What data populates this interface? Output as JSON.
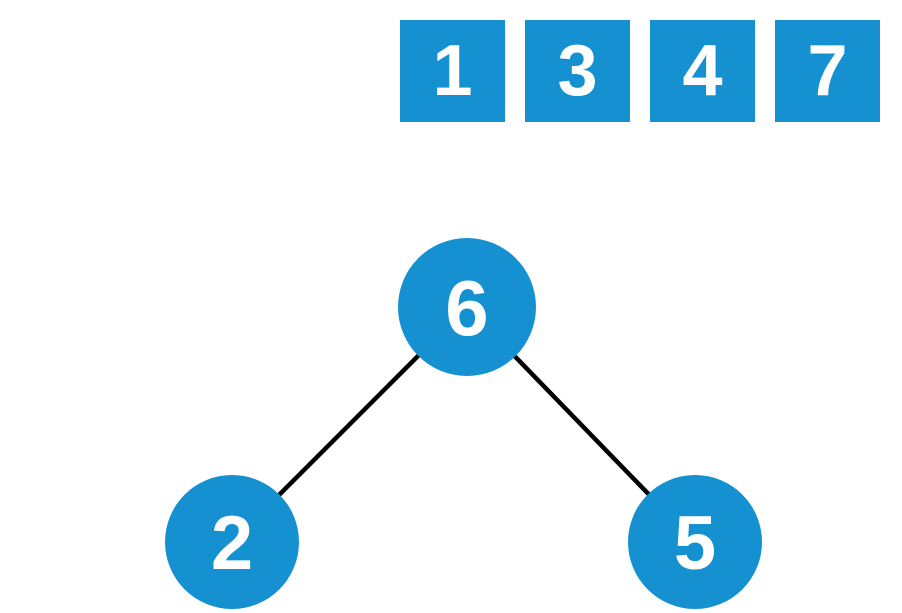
{
  "colors": {
    "accent": "#1591d2",
    "edge": "#000000",
    "node_text": "#ffffff",
    "background": "#ffffff"
  },
  "tiles": {
    "items": [
      {
        "value": "1"
      },
      {
        "value": "3"
      },
      {
        "value": "4"
      },
      {
        "value": "7"
      }
    ]
  },
  "tree": {
    "root": {
      "value": "6"
    },
    "left_child": {
      "value": "2"
    },
    "right_child": {
      "value": "5"
    },
    "edges": [
      {
        "from": "6",
        "to": "2"
      },
      {
        "from": "6",
        "to": "5"
      }
    ]
  }
}
